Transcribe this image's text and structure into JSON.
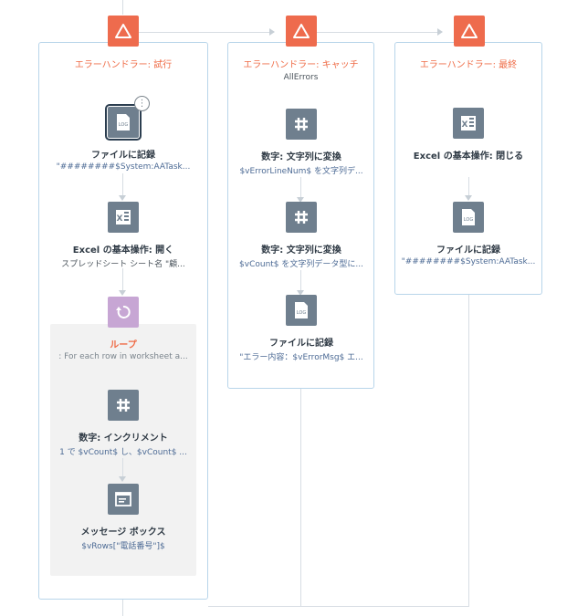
{
  "colors": {
    "accent": "#ee6b4d",
    "panel_border": "#b8d5ea",
    "node_icon": "#6f7f8e",
    "loop_icon": "#c7a6d4",
    "variable_text": "#4d6b95"
  },
  "panels": {
    "try": {
      "title": "エラーハンドラー: 試行",
      "nodes": {
        "log_file": {
          "title": "ファイルに記録",
          "sub": "\"########$System:AATask..."
        },
        "excel_open": {
          "title": "Excel の基本操作: 開く",
          "sub": "スプレッドシート シート名 \"顧..."
        },
        "loop": {
          "title": "ループ",
          "sub": ": For each row in worksheet a..."
        },
        "increment": {
          "title": "数字: インクリメント",
          "sub": "1 で $vCount$ し、$vCount$ ..."
        },
        "message_box": {
          "title": "メッセージ ボックス",
          "sub": "$vRows[\"電話番号\"]$"
        }
      }
    },
    "catch": {
      "title": "エラーハンドラー: キャッチ",
      "subtitle": "AllErrors",
      "nodes": {
        "convert1": {
          "title": "数字: 文字列に変換",
          "sub": "$vErrorLineNum$ を文字列デ..."
        },
        "convert2": {
          "title": "数字: 文字列に変換",
          "sub": "$vCount$ を文字列データ型に..."
        },
        "log_file": {
          "title": "ファイルに記録",
          "sub": "\"エラー内容：$vErrorMsg$ エ..."
        }
      }
    },
    "finally": {
      "title": "エラーハンドラー: 最終",
      "nodes": {
        "excel_close": {
          "title": "Excel の基本操作: 閉じる",
          "sub": ""
        },
        "log_file": {
          "title": "ファイルに記録",
          "sub": "\"########$System:AATask..."
        }
      }
    }
  },
  "icons": {
    "warning": "warning-triangle-icon",
    "log": "log-file-icon",
    "excel": "excel-icon",
    "hash": "hash-number-icon",
    "loop": "loop-icon",
    "message": "message-box-icon",
    "more": "more-options-icon"
  }
}
